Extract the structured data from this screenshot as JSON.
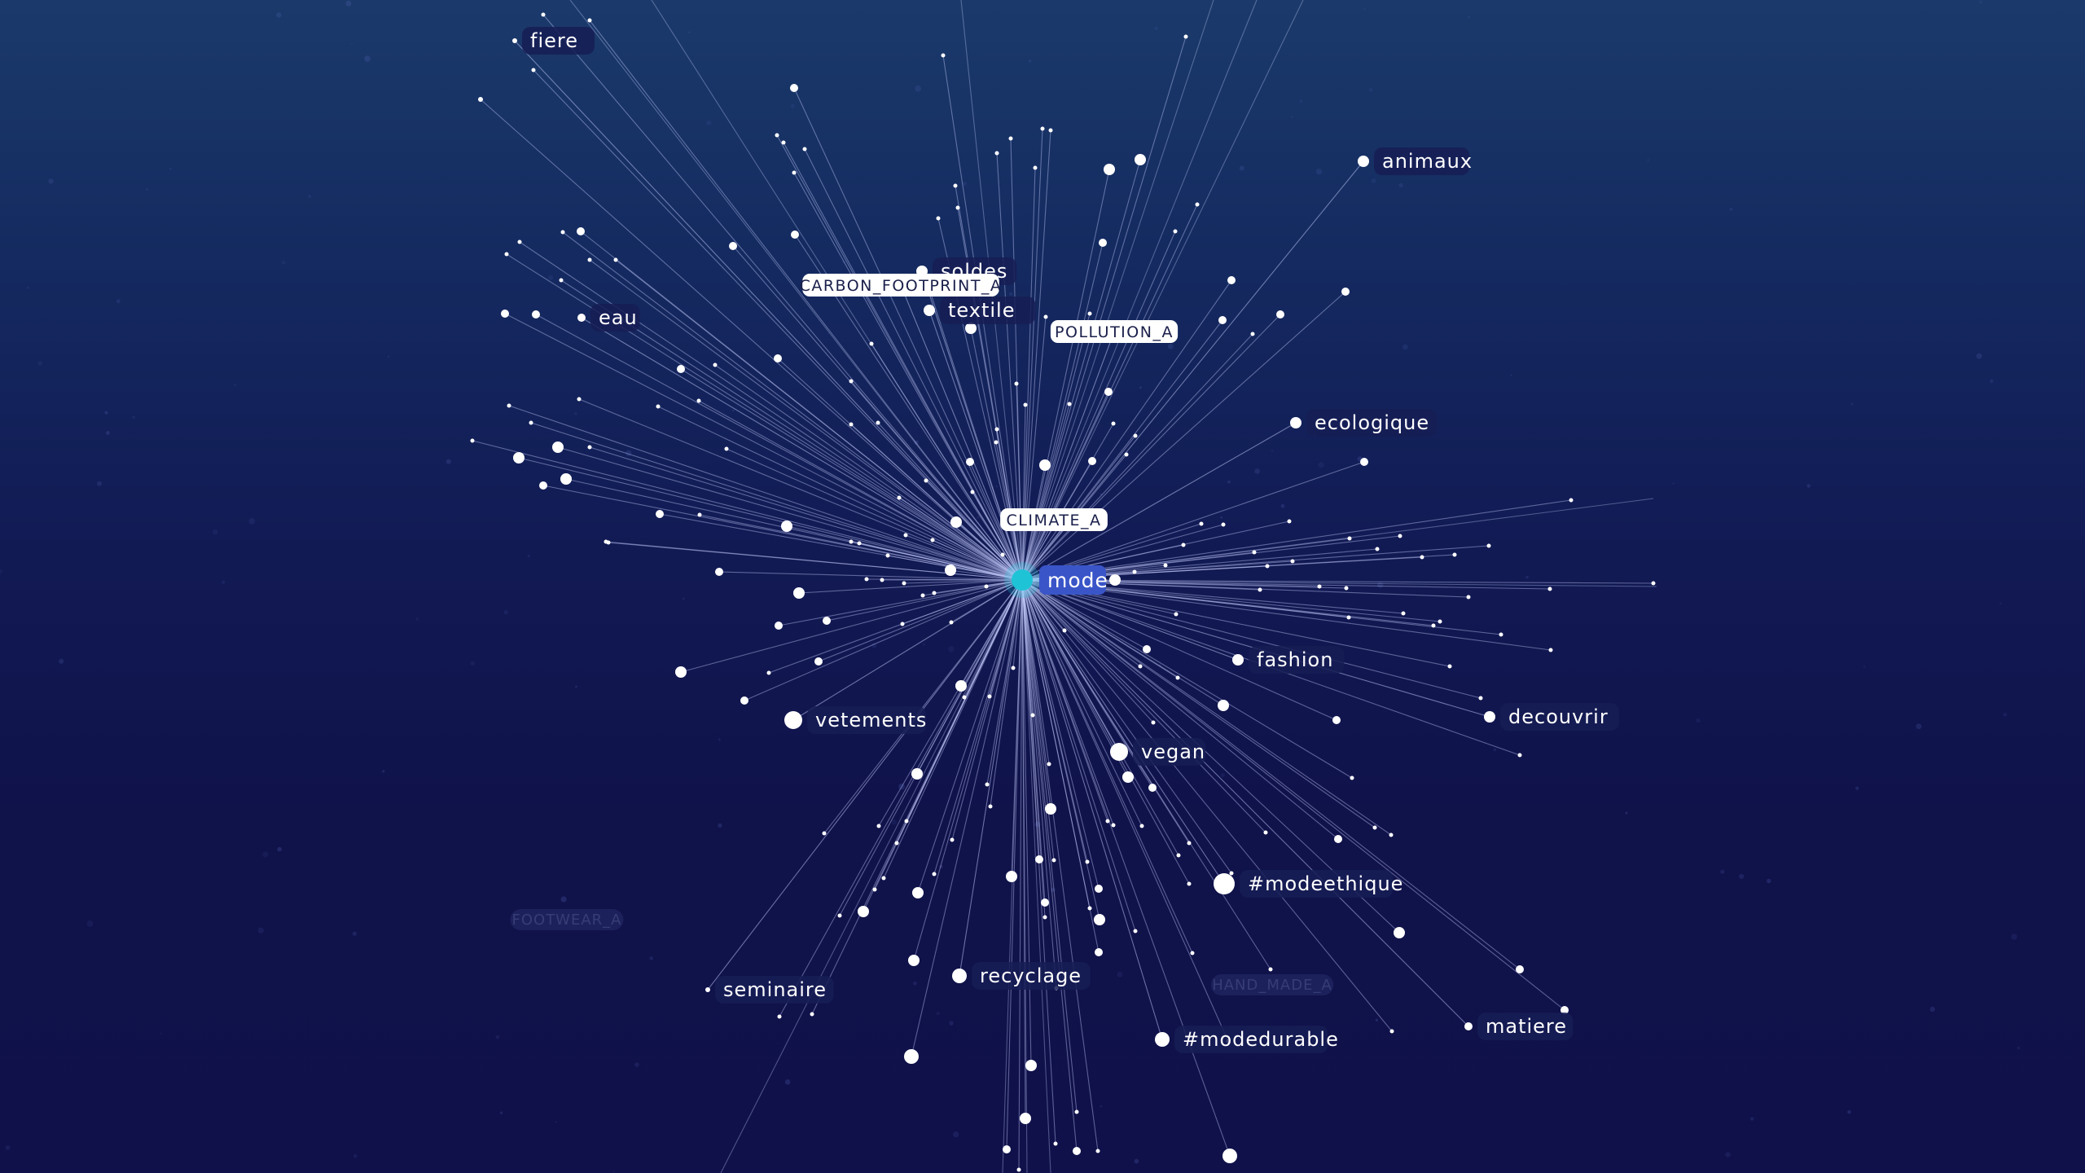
{
  "colors": {
    "background_top": "#1b3a6b",
    "background_bottom": "#10114a",
    "edge": "#c7d0ff",
    "node": "#ffffff",
    "center_node": "#1fc3d6",
    "center_label_bg": "#3a55c8",
    "tag_bg": "#ffffff",
    "tag_text": "#1a1f4a",
    "label_bg": "#161d55"
  },
  "graph": {
    "center": {
      "label": "mode"
    },
    "labeled_nodes": [
      {
        "label": "fiere"
      },
      {
        "label": "animaux"
      },
      {
        "label": "soldes"
      },
      {
        "label": "textile"
      },
      {
        "label": "eau"
      },
      {
        "label": "ecologique"
      },
      {
        "label": "fashion"
      },
      {
        "label": "vetements"
      },
      {
        "label": "vegan"
      },
      {
        "label": "decouvrir"
      },
      {
        "label": "#modeethique"
      },
      {
        "label": "seminaire"
      },
      {
        "label": "recyclage"
      },
      {
        "label": "#modedurable"
      },
      {
        "label": "matiere"
      }
    ],
    "tags": [
      {
        "label": "CARBON_FOOTPRINT_A"
      },
      {
        "label": "POLLUTION_A"
      },
      {
        "label": "CLIMATE_A"
      }
    ],
    "faded_tags": [
      {
        "label": "FOOTWEAR_A"
      },
      {
        "label": "HAND_MADE_A"
      }
    ]
  }
}
